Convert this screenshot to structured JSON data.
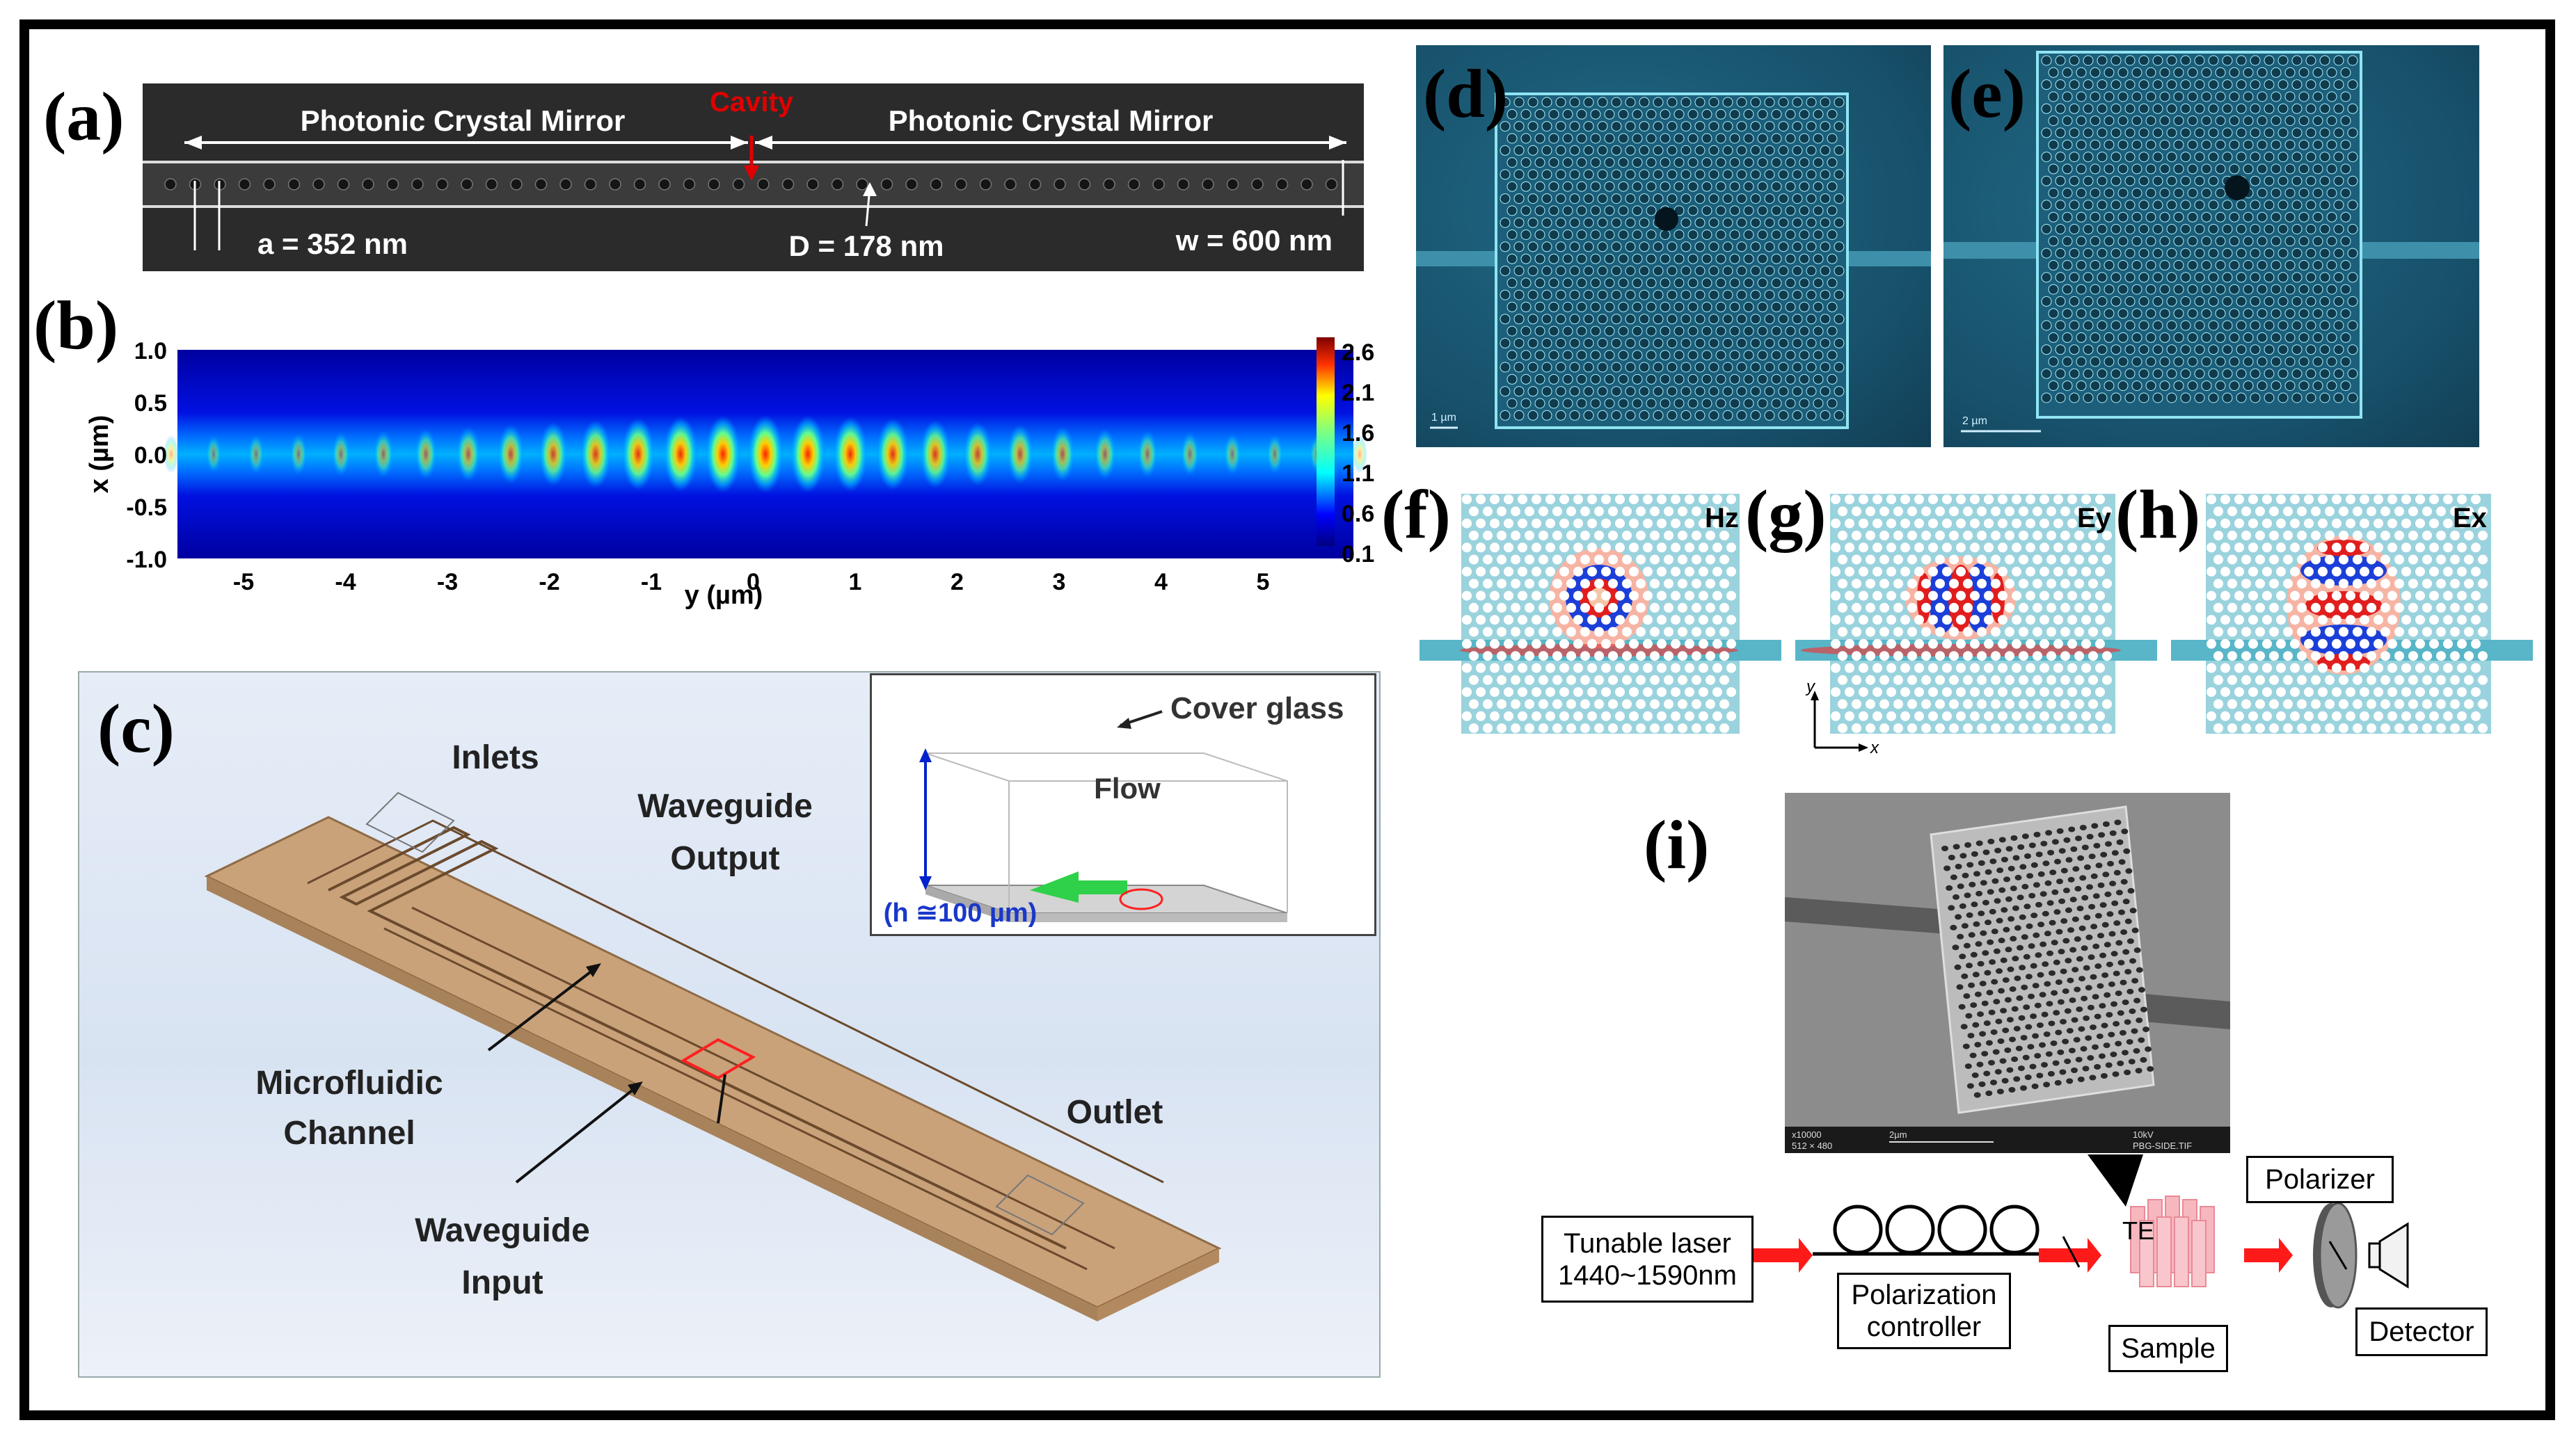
{
  "panels": {
    "a": {
      "label": "(a)",
      "mirror_left": "Photonic Crystal Mirror",
      "mirror_right": "Photonic Crystal Mirror",
      "cavity": "Cavity",
      "lattice": "a = 352 nm",
      "hole": "D = 178 nm",
      "width": "w = 600 nm"
    },
    "b": {
      "label": "(b)",
      "x_axis_label": "y (µm)",
      "y_axis_label": "x (µm)",
      "x_ticks": [
        "-5",
        "-4",
        "-3",
        "-2",
        "-1",
        "0",
        "1",
        "2",
        "3",
        "4",
        "5"
      ],
      "y_ticks": [
        "1.0",
        "0.5",
        "0.0",
        "-0.5",
        "-1.0"
      ],
      "colorbar_ticks": [
        "2.6",
        "2.1",
        "1.6",
        "1.1",
        "0.6",
        "0.1"
      ]
    },
    "c": {
      "label": "(c)",
      "inlets": "Inlets",
      "waveguide_output_1": "Waveguide",
      "waveguide_output_2": "Output",
      "microfluidic_1": "Microfluidic",
      "microfluidic_2": "Channel",
      "waveguide_input_1": "Waveguide",
      "waveguide_input_2": "Input",
      "outlet": "Outlet",
      "cover_glass": "Cover glass",
      "flow": "Flow",
      "height": "(h ≅100 µm)"
    },
    "d": {
      "label": "(d)",
      "scale": "1 µm"
    },
    "e": {
      "label": "(e)",
      "scale": "2 µm"
    },
    "f": {
      "label": "(f)",
      "field": "Hz"
    },
    "g": {
      "label": "(g)",
      "field": "Ey"
    },
    "h": {
      "label": "(h)",
      "field": "Ex"
    },
    "axes": {
      "y": "y",
      "x": "x"
    },
    "i": {
      "label": "(i)",
      "sem_info_1": "x10000",
      "sem_info_2": "512 × 480",
      "sem_info_3": "2µm",
      "sem_info_4": "10kV",
      "sem_info_5": "PBG-SIDE.TIF",
      "laser_1": "Tunable laser",
      "laser_2": "1440~1590nm",
      "polarization_1": "Polarization",
      "polarization_2": "controller",
      "te": "TE",
      "sample": "Sample",
      "polarizer": "Polarizer",
      "detector": "Detector"
    }
  },
  "colors": {
    "frame": "#000000",
    "sem_teal": "#1a5e78",
    "cavity_red": "#e00000",
    "wood": "#c9a27a",
    "waveguide_teal": "#7fc6d0",
    "arrow_red": "#ff1a1a"
  }
}
